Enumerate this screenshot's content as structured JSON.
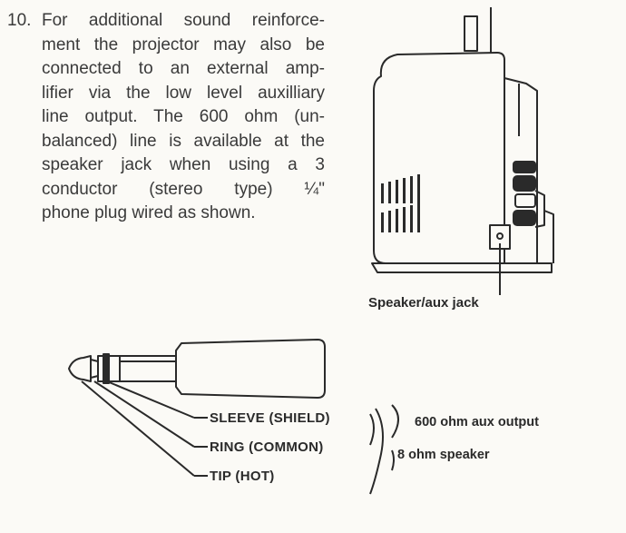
{
  "instruction": {
    "number": "10.",
    "lines": [
      "For additional sound reinforce-",
      "ment the projector may also be",
      "connected to an external amp-",
      "lifier via the low level auxilliary",
      "line output. The 600 ohm (un-",
      "balanced) line is available at the",
      "speaker jack when using a 3",
      "conductor (stereo type) ¼\"",
      "phone plug wired as shown."
    ]
  },
  "projector_figure": {
    "jack_label": "Speaker/aux jack"
  },
  "plug_figure": {
    "sleeve_label": "SLEEVE (SHIELD)",
    "ring_label": "RING (COMMON)",
    "tip_label": "TIP (HOT)",
    "output_600_label": "600 ohm aux output",
    "speaker_8_label": "8 ohm speaker"
  }
}
